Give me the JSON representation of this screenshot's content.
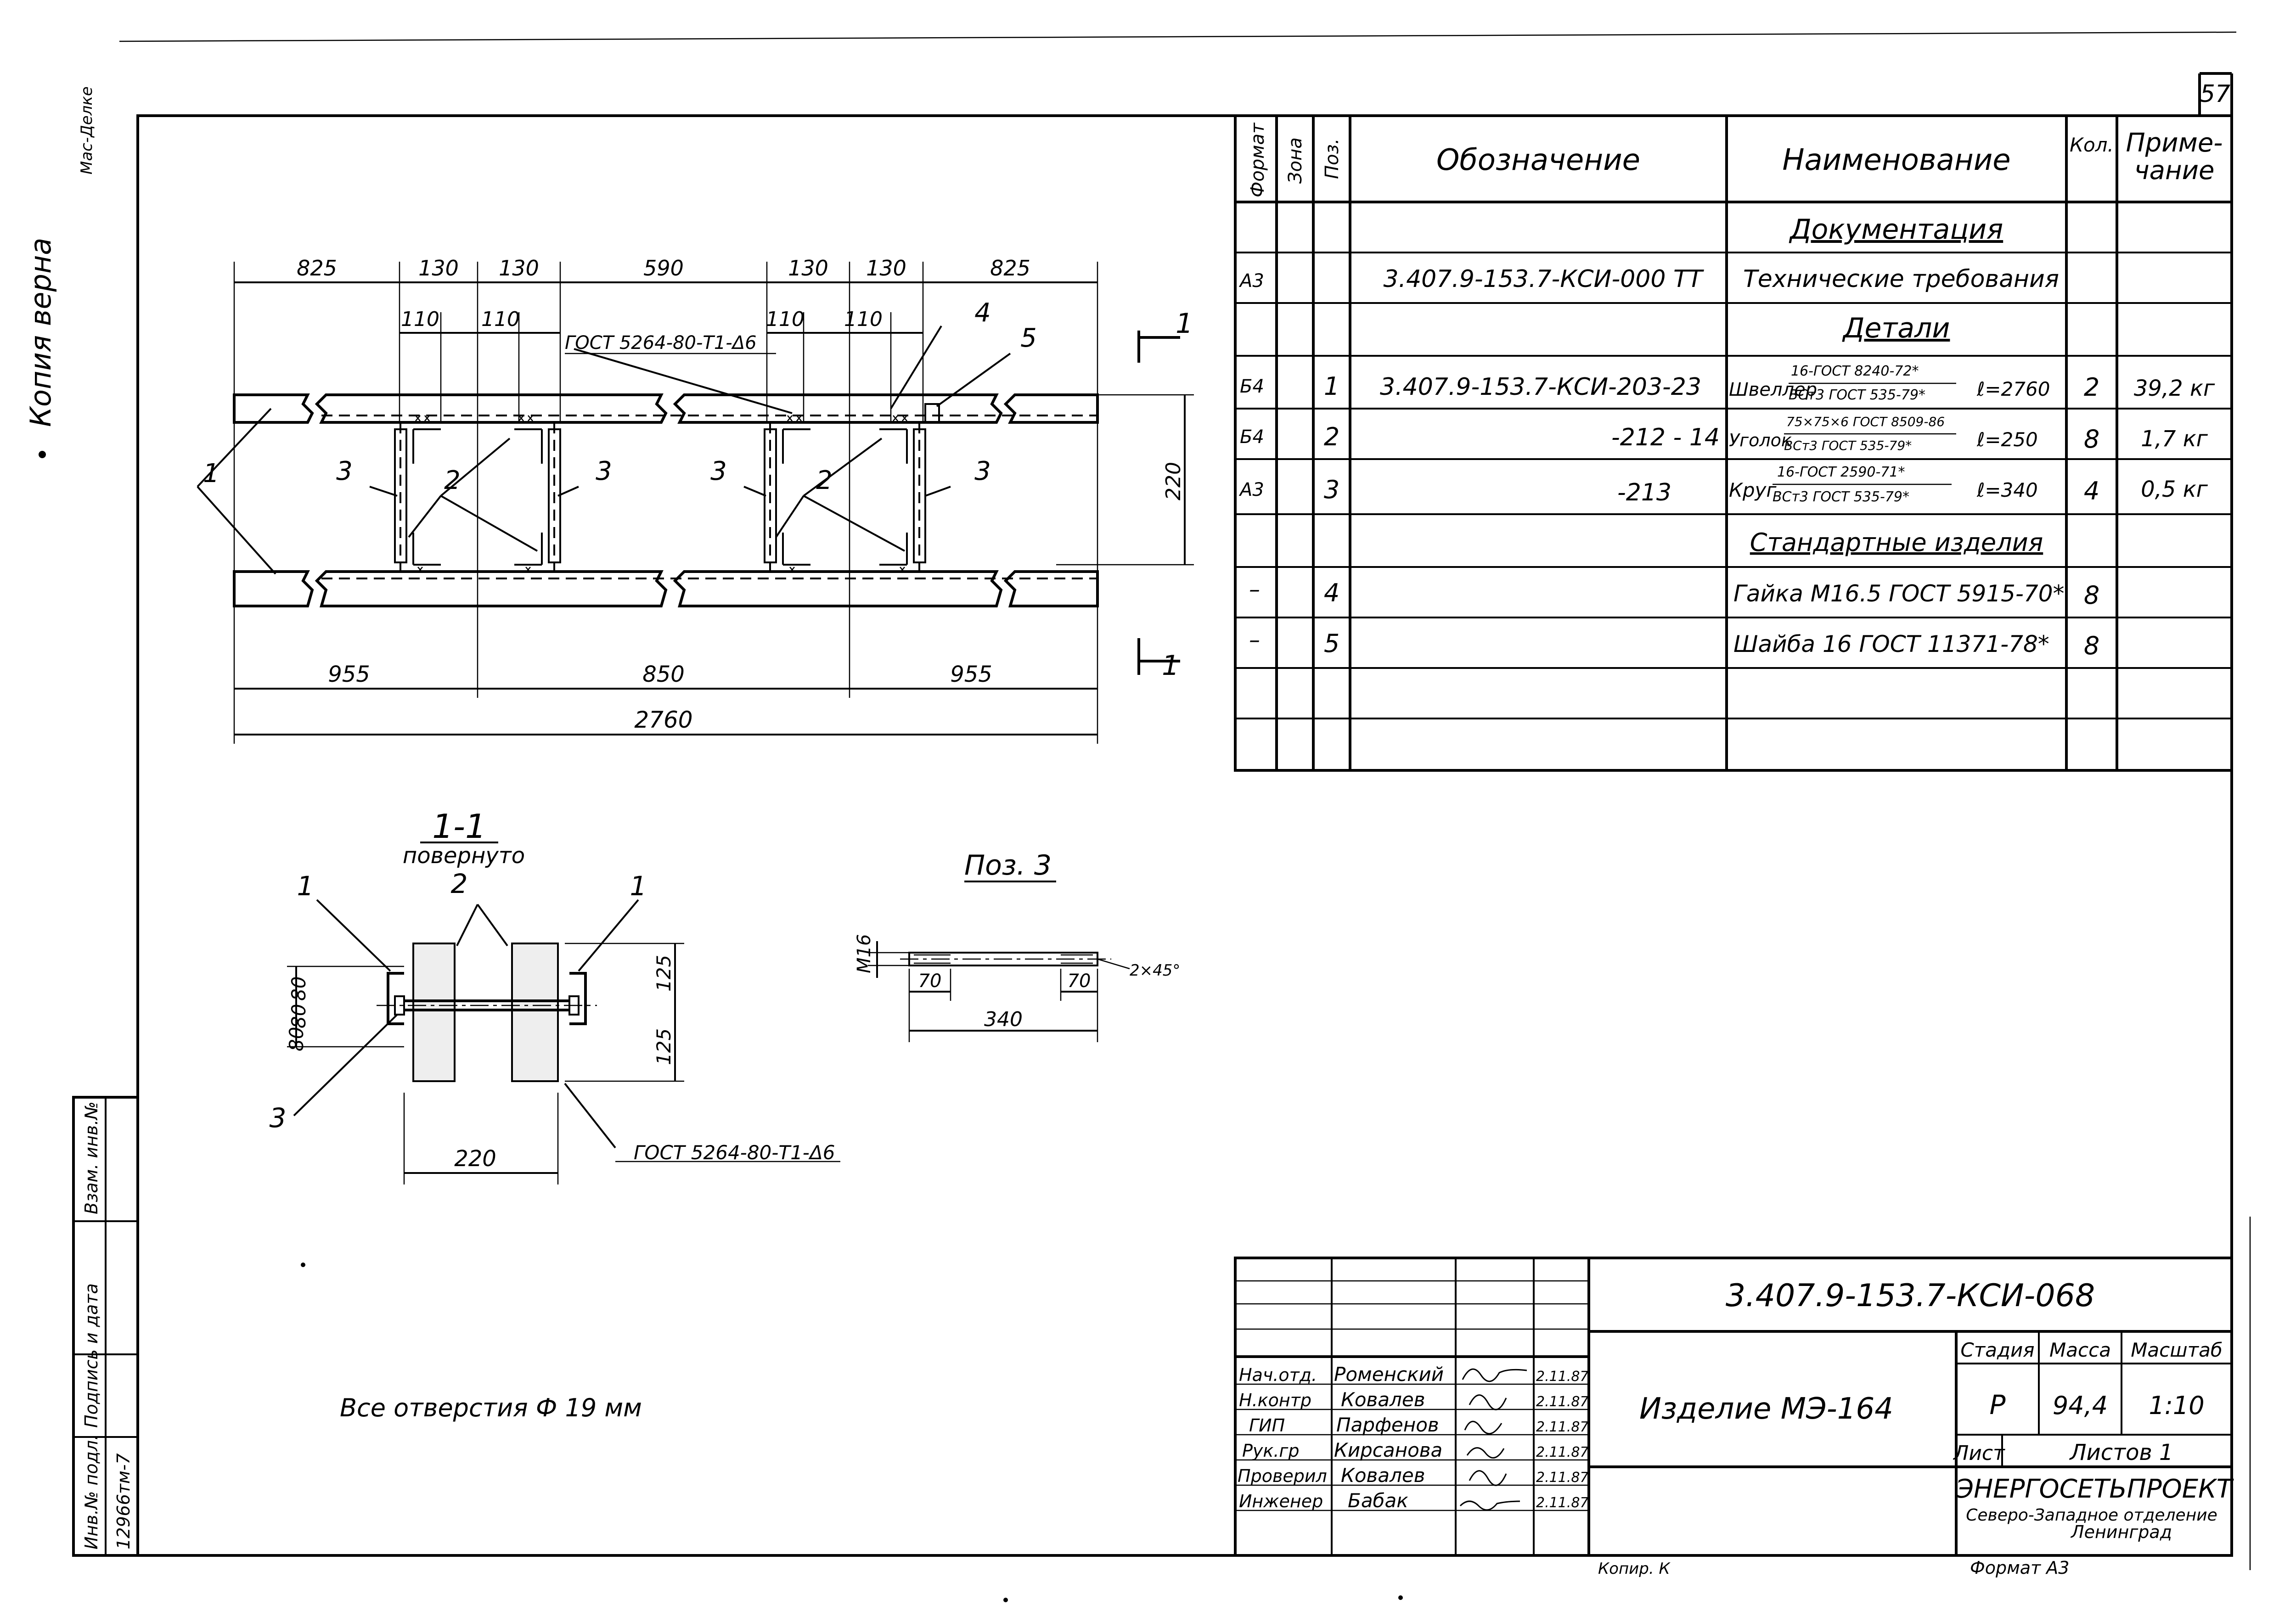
{
  "sheet": {
    "page_number": "57",
    "copy_stamp": "Копия верна",
    "stamp_fragment": "Мас-Делке",
    "format_note": "Формат  А3",
    "copied_note": "Копир. К"
  },
  "spec_table": {
    "headers": {
      "format": "Формат",
      "zone": "Зона",
      "pos": "Поз.",
      "designation": "Обозначение",
      "name": "Наименование",
      "qty": "Кол.",
      "note": "Приме-\nчание"
    },
    "sections": {
      "documentation": "Документация",
      "details": "Детали",
      "standard": "Стандартные изделия"
    },
    "rows": [
      {
        "format": "А3",
        "pos": "",
        "designation": "3.407.9-153.7-КСИ-000 ТТ",
        "name": "Технические требования",
        "qty": "",
        "note": ""
      },
      {
        "format": "Б4",
        "pos": "1",
        "designation": "3.407.9-153.7-КСИ-203-23",
        "name_main": "Швеллер",
        "name_top": "16-ГОСТ 8240-72*",
        "name_bottom": "ВСт3 ГОСТ 535-79*",
        "length": "ℓ=2760",
        "qty": "2",
        "note": "39,2 кг"
      },
      {
        "format": "Б4",
        "pos": "2",
        "designation": "-212 - 14",
        "name_main": "Уголок",
        "name_top": "75×75×6 ГОСТ 8509-86",
        "name_bottom": "ВСт3 ГОСТ 535-79*",
        "length": "ℓ=250",
        "qty": "8",
        "note": "1,7 кг"
      },
      {
        "format": "А3",
        "pos": "3",
        "designation": "-213",
        "name_main": "Круг",
        "name_top": "16-ГОСТ 2590-71*",
        "name_bottom": "ВСт3 ГОСТ 535-79*",
        "length": "ℓ=340",
        "qty": "4",
        "note": "0,5 кг"
      },
      {
        "format": "–",
        "pos": "4",
        "designation": "",
        "name": "Гайка М16.5 ГОСТ 5915-70*",
        "qty": "8",
        "note": ""
      },
      {
        "format": "–",
        "pos": "5",
        "designation": "",
        "name": "Шайба 16 ГОСТ 11371-78*",
        "qty": "8",
        "note": ""
      }
    ]
  },
  "drawing_main": {
    "top_dims": [
      "825",
      "130",
      "130",
      "590",
      "130",
      "130",
      "825"
    ],
    "inner_dims": [
      "110",
      "110",
      "110",
      "110"
    ],
    "bottom_dims": [
      "955",
      "850",
      "955"
    ],
    "total_dim": "2760",
    "height_dim": "220",
    "weld_note": "ГОСТ 5264-80-Т1-Δ6",
    "callouts": [
      "1",
      "2",
      "3",
      "4",
      "5"
    ],
    "section_marker": "1"
  },
  "section_view": {
    "title": "1-1",
    "subtitle": "повернуто",
    "dims": [
      "80",
      "80",
      "80",
      "125",
      "125",
      "220"
    ],
    "weld_note": "ГОСТ 5264-80-Т1-Δ6",
    "callouts": [
      "1",
      "2",
      "1",
      "3"
    ]
  },
  "pos3_view": {
    "title": "Поз. 3",
    "dims": [
      "М16",
      "70",
      "70",
      "340",
      "2×45°"
    ]
  },
  "note": "Все   отверстия    Ф 19 мм",
  "title_block": {
    "doc_code": "3.407.9-153.7-КСИ-068",
    "product": "Изделие  МЭ-164",
    "stage_label": "Стадия",
    "stage": "Р",
    "mass_label": "Масса",
    "mass": "94,4",
    "scale_label": "Масштаб",
    "scale": "1:10",
    "sheet_label": "Лист",
    "sheets_label": "Листов  1",
    "org": "ЭНЕРГОСЕТЬПРОЕКТ",
    "org_sub1": "Северо-Западное отделение",
    "org_sub2": "Ленинград",
    "roles": [
      {
        "role": "Нач.отд.",
        "name": "Роменский",
        "date": "2.11.87"
      },
      {
        "role": "Н.контр",
        "name": "Ковалев",
        "date": "2.11.87"
      },
      {
        "role": "ГИП",
        "name": "Парфенов",
        "date": "2.11.87"
      },
      {
        "role": "Рук.гр",
        "name": "Кирсанова",
        "date": "2.11.87"
      },
      {
        "role": "Проверил",
        "name": "Ковалев",
        "date": "2.11.87"
      },
      {
        "role": "Инженер",
        "name": "Бабак",
        "date": "2.11.87"
      }
    ]
  },
  "side_block": {
    "labels": [
      "Инв.№ подл.",
      "Подпись и дата",
      "Взам. инв.№"
    ],
    "inv_number": "12966тм-7"
  }
}
